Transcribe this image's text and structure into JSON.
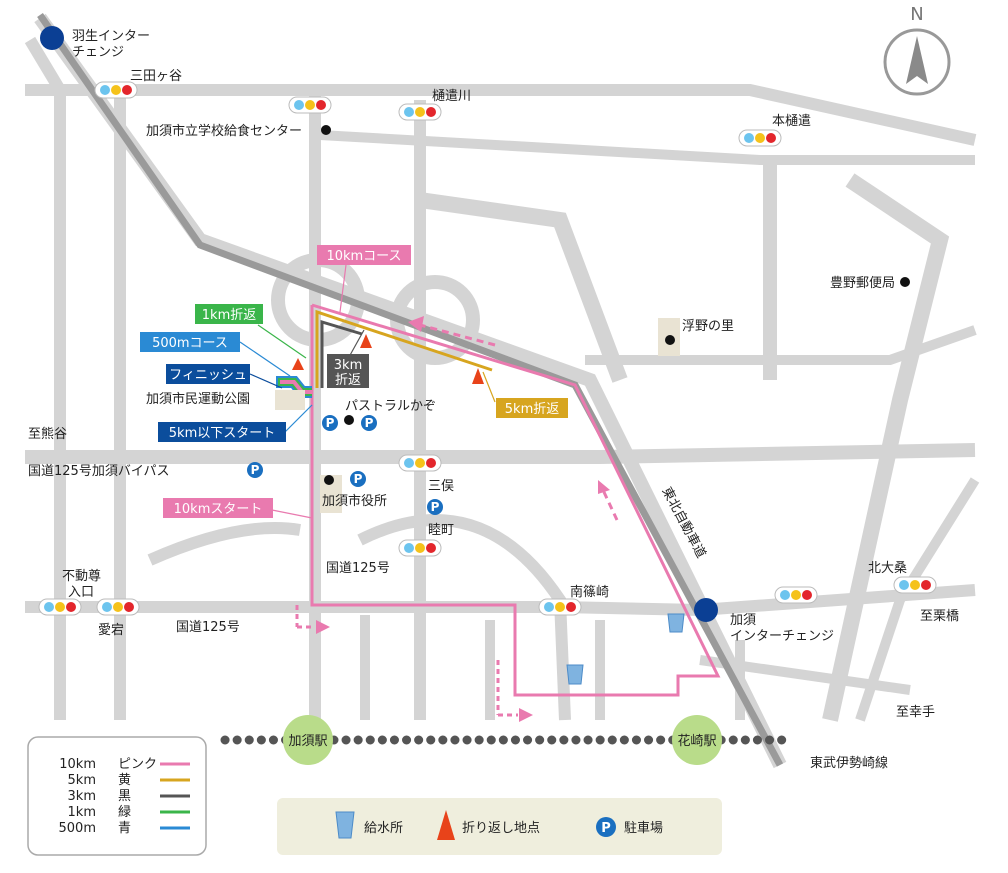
{
  "colors": {
    "road": "#d4d4d4",
    "highway": "#9a9a9a",
    "pink": "#e97aaf",
    "yellow": "#d7a51f",
    "black": "#555555",
    "green": "#3ab54a",
    "blue": "#2a8ad4",
    "navy": "#0b4d9c",
    "station": "#b9dc8a",
    "legend_bg": "#efeedd"
  },
  "compass": {
    "label": "N"
  },
  "places": {
    "hanyu_ic": "羽生インター\nチェンジ",
    "hanyu_ic_l1": "羽生インター",
    "hanyu_ic_l2": "チェンジ",
    "mitagaya": "三田ヶ谷",
    "hidoigawa": "樋遣川",
    "motohidoi": "本樋遣",
    "kyushoku": "加須市立学校給食センター",
    "toyono_post": "豊野郵便局",
    "ukino_sato": "浮野の里",
    "undo_koen": "加須市民運動公園",
    "pastoral": "パストラルかぞ",
    "to_kumagaya": "至熊谷",
    "bypass": "国道125号加須バイパス",
    "city_hall": "加須市役所",
    "mimata": "三俣",
    "mutsumi": "睦町",
    "route125_a": "国道125号",
    "route125_b": "国道125号",
    "fudoson_l1": "不動尊",
    "fudoson_l2": "入口",
    "atago": "愛宕",
    "minami_shinozaki": "南篠崎",
    "kitaoguwa": "北大桑",
    "to_kurihashi": "至栗橋",
    "kazo_ic_l1": "加須",
    "kazo_ic_l2": "インターチェンジ",
    "to_satte": "至幸手",
    "tobu_line": "東武伊勢崎線",
    "tohoku_expwy": "東北自動車道",
    "kazo_station": "加須駅",
    "hanasaki_station": "花崎駅"
  },
  "course_labels": {
    "course_10km": "10kmコース",
    "turn_1km": "1km折返",
    "course_500m": "500mコース",
    "finish": "フィニッシュ",
    "start_5km_under": "5km以下スタート",
    "turn_3km_l1": "3km",
    "turn_3km_l2": "折返",
    "turn_5km": "5km折返",
    "start_10km": "10kmスタート"
  },
  "course_legend": [
    {
      "distance": "10km",
      "color_name": "ピンク",
      "color": "#e97aaf"
    },
    {
      "distance": "5km",
      "color_name": "黄",
      "color": "#d7a51f"
    },
    {
      "distance": "3km",
      "color_name": "黒",
      "color": "#555555"
    },
    {
      "distance": "1km",
      "color_name": "緑",
      "color": "#3ab54a"
    },
    {
      "distance": "500m",
      "color_name": "青",
      "color": "#2a8ad4"
    }
  ],
  "symbol_legend": {
    "water": "給水所",
    "turnaround": "折り返し地点",
    "parking": "駐車場",
    "parking_glyph": "P"
  }
}
